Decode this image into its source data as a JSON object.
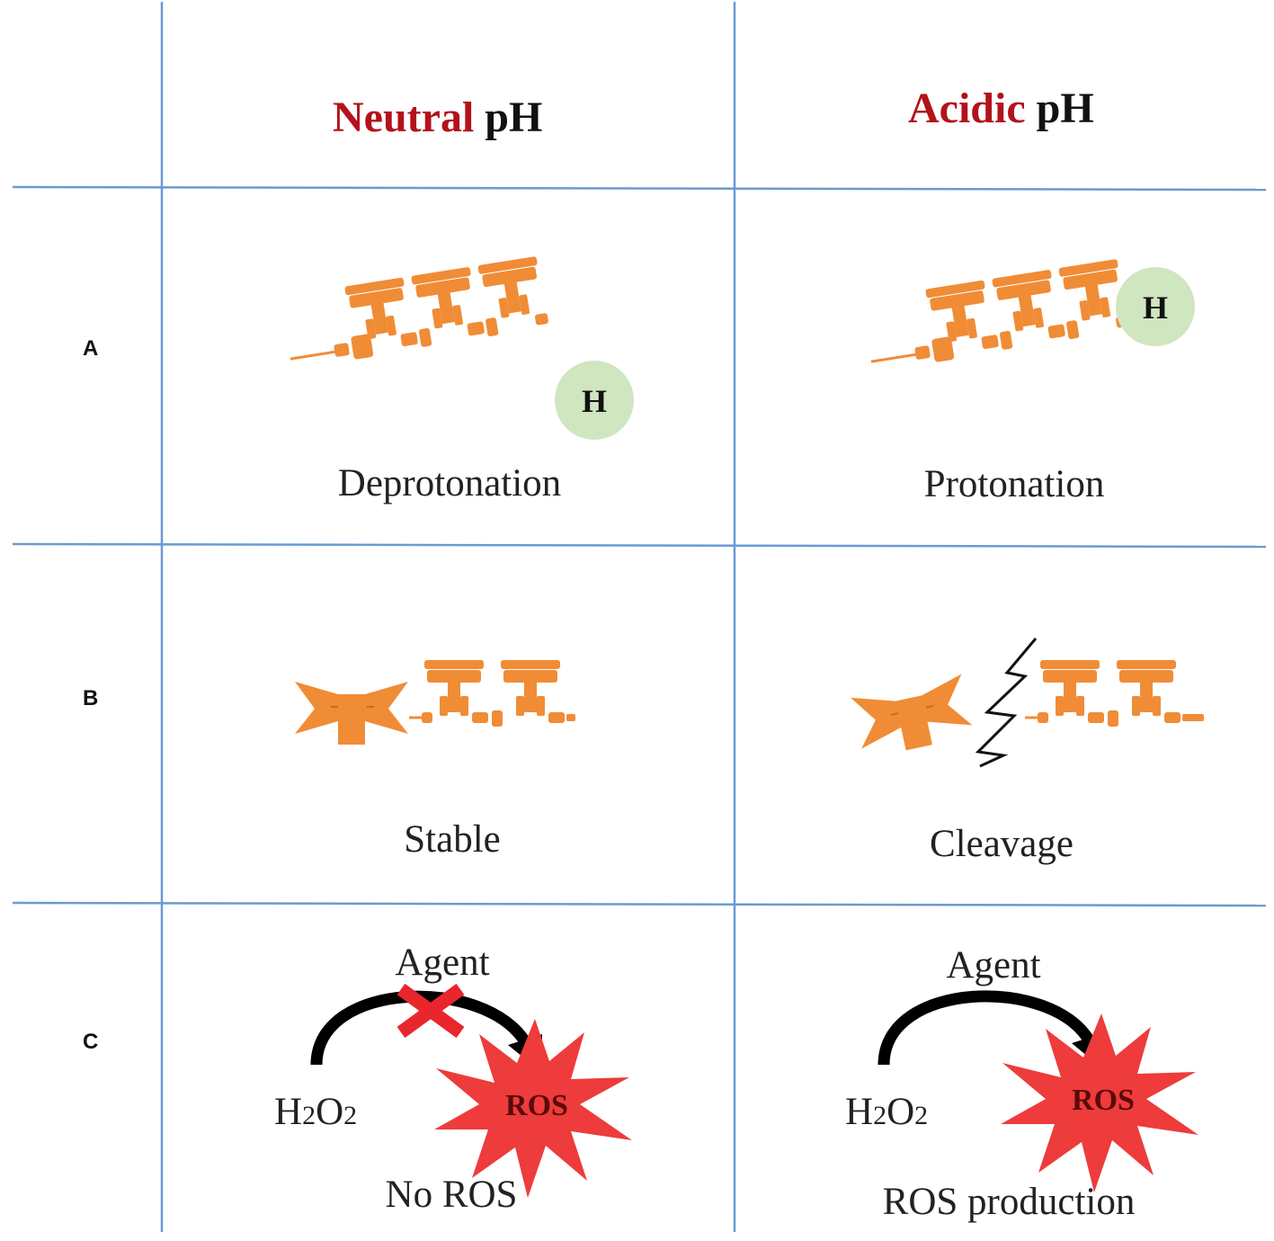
{
  "headers": {
    "neutral": {
      "word": "Neutral",
      "rest": " pH"
    },
    "acidic": {
      "word": "Acidic",
      "rest": " pH"
    }
  },
  "rows": [
    {
      "label": "A",
      "neutral_caption": "Deprotonation",
      "acidic_caption": "Protonation"
    },
    {
      "label": "B",
      "neutral_caption": "Stable",
      "acidic_caption": "Cleavage"
    },
    {
      "label": "C",
      "neutral_caption": "No ROS",
      "acidic_caption": "ROS production"
    }
  ],
  "hydrogen": "H",
  "reaction": {
    "agent": "Agent",
    "reactant_main": "H",
    "reactant_sub1": "2",
    "reactant_o": "O",
    "reactant_sub2": "2",
    "product": "ROS"
  },
  "colors": {
    "grid": "#6a9bd1",
    "accent_red": "#b3121b",
    "polymer": "#f08c36",
    "hydrogen_fill": "#cfe6c0",
    "burst": "#ee3b3b",
    "blocked_x": "#e8262b"
  }
}
